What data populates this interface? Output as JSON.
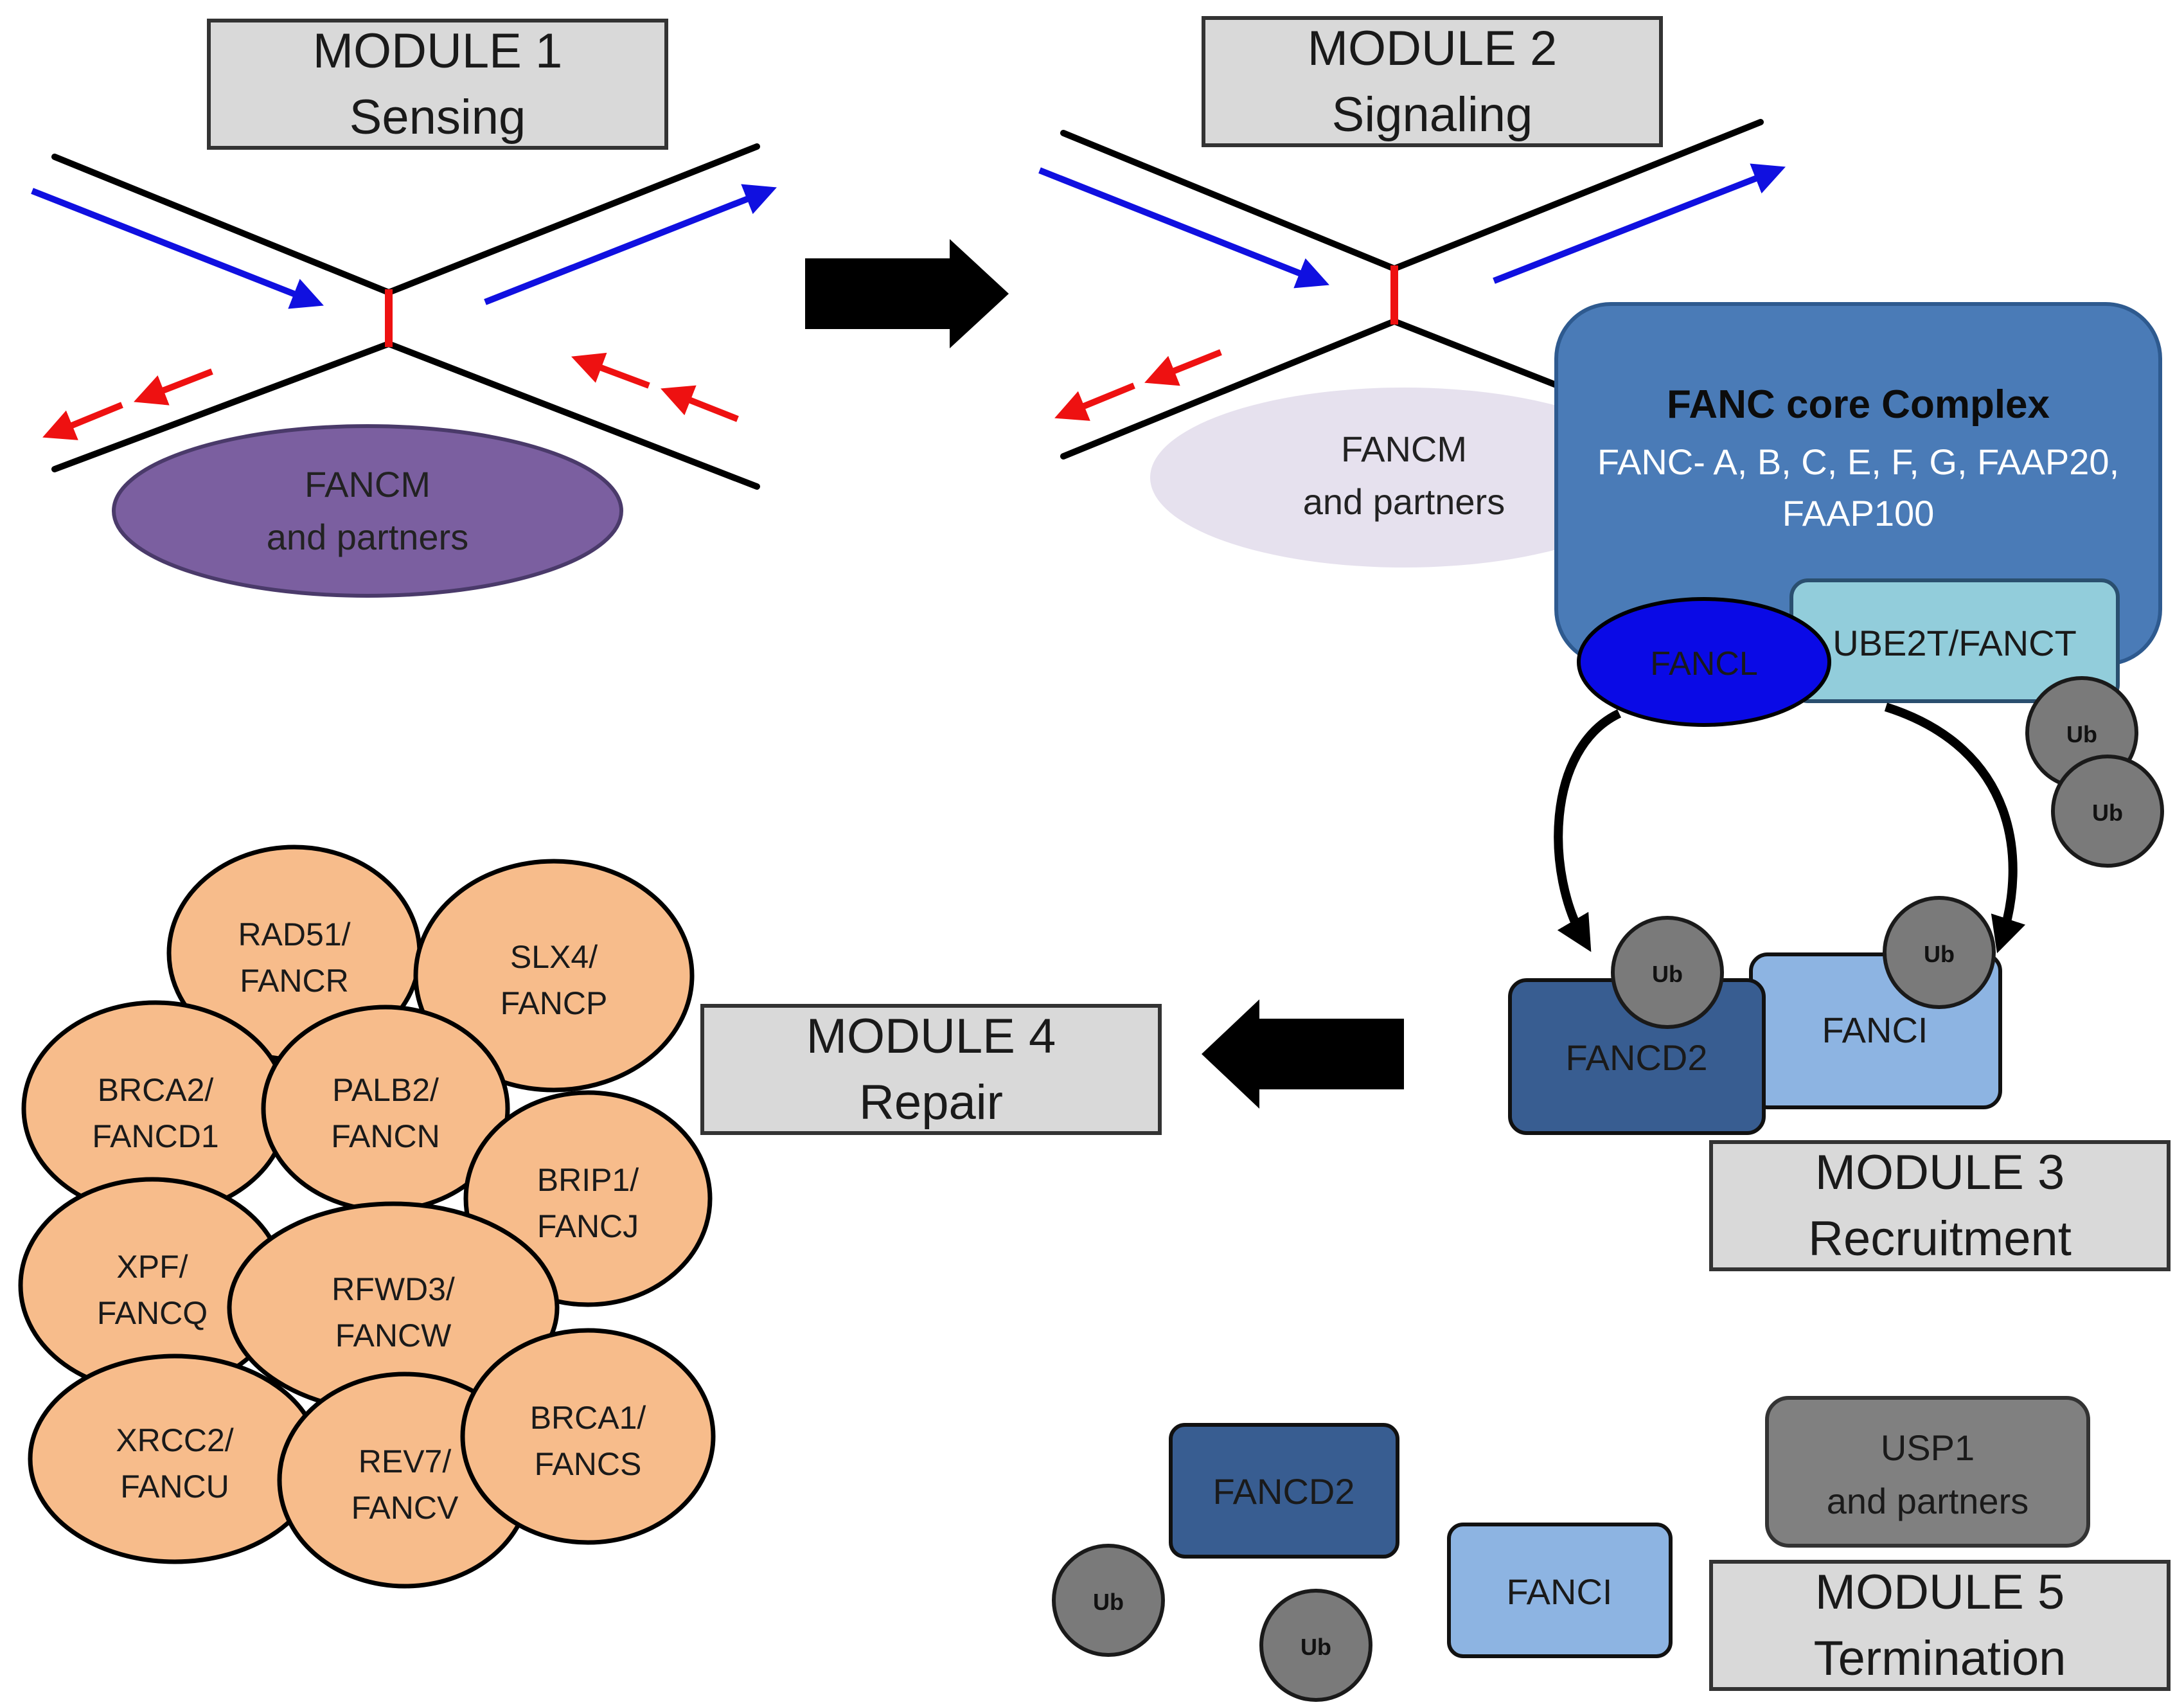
{
  "modules": {
    "m1": {
      "title": "MODULE 1",
      "subtitle": "Sensing"
    },
    "m2": {
      "title": "MODULE 2",
      "subtitle": "Signaling"
    },
    "m3": {
      "title": "MODULE 3",
      "subtitle": "Recruitment"
    },
    "m4": {
      "title": "MODULE 4",
      "subtitle": "Repair"
    },
    "m5": {
      "title": "MODULE 5",
      "subtitle": "Termination"
    }
  },
  "sensing": {
    "fancm_line1": "FANCM",
    "fancm_line2": "and partners"
  },
  "signaling": {
    "fancm_line1": "FANCM",
    "fancm_line2": "and partners",
    "core_title": "FANC core Complex",
    "core_members_line1": "FANC- A, B, C, E, F, G, FAAP20,",
    "core_members_line2": "FAAP100",
    "fancl": "FANCL",
    "ube2t": "UBE2T/FANCT",
    "ub": "Ub"
  },
  "recruitment": {
    "fancd2": "FANCD2",
    "fanci": "FANCI",
    "ub": "Ub"
  },
  "repair": {
    "proteins": [
      {
        "line1": "RAD51/",
        "line2": "FANCR"
      },
      {
        "line1": "SLX4/",
        "line2": "FANCP"
      },
      {
        "line1": "BRCA2/",
        "line2": "FANCD1"
      },
      {
        "line1": "PALB2/",
        "line2": "FANCN"
      },
      {
        "line1": "BRIP1/",
        "line2": "FANCJ"
      },
      {
        "line1": "XPF/",
        "line2": "FANCQ"
      },
      {
        "line1": "RFWD3/",
        "line2": "FANCW"
      },
      {
        "line1": "XRCC2/",
        "line2": "FANCU"
      },
      {
        "line1": "REV7/",
        "line2": "FANCV"
      },
      {
        "line1": "BRCA1/",
        "line2": "FANCS"
      }
    ]
  },
  "termination": {
    "fancd2": "FANCD2",
    "fanci": "FANCI",
    "usp1_line1": "USP1",
    "usp1_line2": "and partners",
    "ub": "Ub"
  },
  "colors": {
    "dna": "#000000",
    "leading_arrow": "#1010e0",
    "lagging_arrow": "#ee1111",
    "crosslink": "#ee1111",
    "fancm_active": "#7b5fa0",
    "fancm_faded": "#e6e1ee",
    "core_complex": "#4a7bb7",
    "fancl": "#0a0ae6",
    "ube2t": "#92cddb",
    "ub": "#7a7a7a",
    "fancd2": "#385d91",
    "fanci": "#8db4e2",
    "repair_protein": "#f7bc8b",
    "module_box": "#d9d9d9",
    "usp1": "#808080"
  }
}
